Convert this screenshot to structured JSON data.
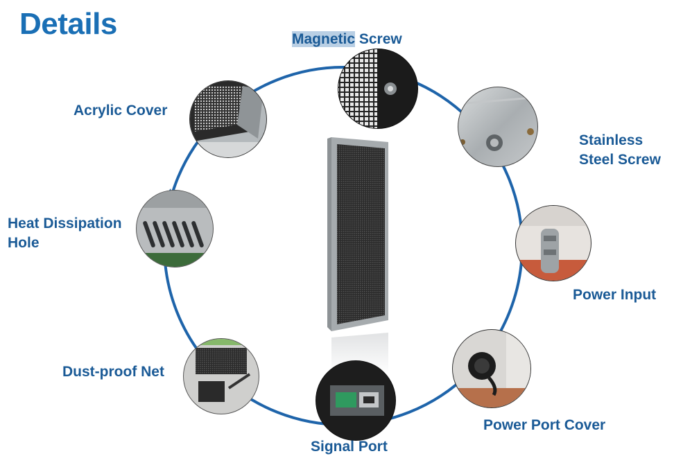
{
  "title": "Details",
  "colors": {
    "accent": "#1a6fb5",
    "label": "#1a5a96",
    "ring": "#1e64aa"
  },
  "labels": {
    "magnetic_a": "Magnetic",
    "magnetic_b": " Screw",
    "stainless_1": "Stainless",
    "stainless_2": "Steel Screw",
    "acrylic": "Acrylic Cover",
    "heat_1": "Heat Dissipation",
    "heat_2": "Hole",
    "power_input": "Power Input",
    "dust": "Dust-proof Net",
    "power_cover": "Power Port Cover",
    "signal": "Signal Port"
  },
  "photos": [
    "magnetic-screw-photo",
    "stainless-steel-screw-photo",
    "power-input-photo",
    "power-port-cover-photo",
    "signal-port-photo",
    "dust-proof-net-photo",
    "heat-dissipation-hole-photo",
    "acrylic-cover-photo"
  ]
}
